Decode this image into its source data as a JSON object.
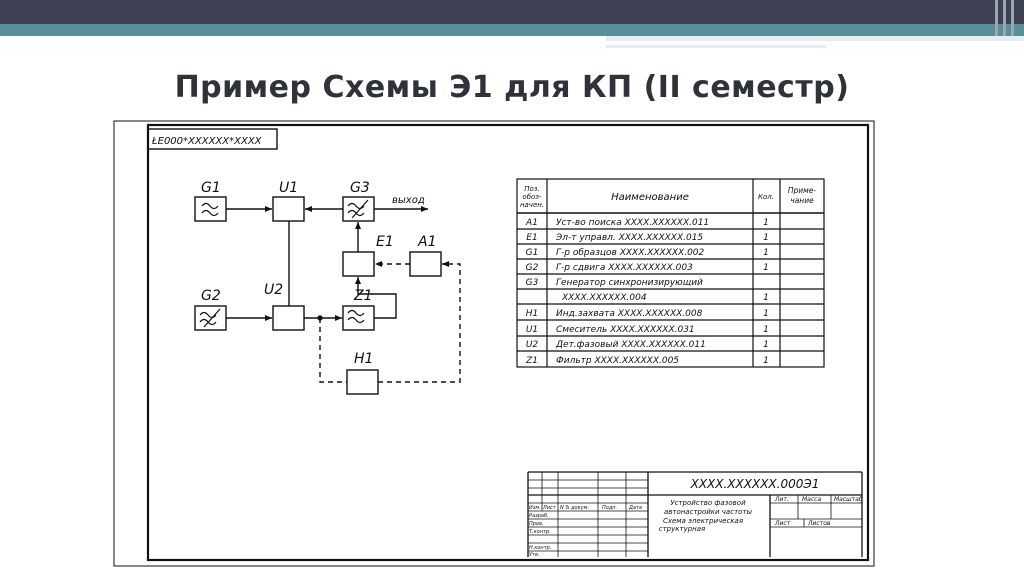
{
  "slide": {
    "title": "Пример Схемы Э1 для КП (II семестр)"
  },
  "drawing": {
    "code_stamp": "ŁЕ000*XXXXXX*XXXX",
    "output_label": "выход",
    "elements": {
      "G1": "G1",
      "U1": "U1",
      "G3": "G3",
      "E1": "E1",
      "A1": "A1",
      "G2": "G2",
      "U2": "U2",
      "Z1": "Z1",
      "H1": "H1"
    },
    "table": {
      "headers": {
        "pos": "Поз. обоз- начен.",
        "name": "Наименование",
        "qty": "Кол.",
        "note": "Приме- чание"
      },
      "rows": [
        {
          "pos": "A1",
          "name": "Уст-во поиска XXXX.XXXXXX.011",
          "qty": "1"
        },
        {
          "pos": "E1",
          "name": "Эл-т управл. XXXX.XXXXXX.015",
          "qty": "1"
        },
        {
          "pos": "G1",
          "name": "Г-р образцов XXXX.XXXXXX.002",
          "qty": "1"
        },
        {
          "pos": "G2",
          "name": "Г-р сдвига XXXX.XXXXXX.003",
          "qty": "1"
        },
        {
          "pos": "G3",
          "name": "Генератор синхронизирующий",
          "qty": ""
        },
        {
          "pos": "",
          "name": "XXXX.XXXXXX.004",
          "qty": "1"
        },
        {
          "pos": "H1",
          "name": "Инд.захвата XXXX.XXXXXX.008",
          "qty": "1"
        },
        {
          "pos": "U1",
          "name": "Смеситель XXXX.XXXXXX.031",
          "qty": "1"
        },
        {
          "pos": "U2",
          "name": "Дет.фазовый XXXX.XXXXXX.011",
          "qty": "1"
        },
        {
          "pos": "Z1",
          "name": "Фильтр XXXX.XXXXXX.005",
          "qty": "1"
        }
      ]
    },
    "title_block": {
      "doc_code": "XXXX.XXXXXX.000Э1",
      "col_headers": {
        "izm": "Изм.",
        "list": "Лист",
        "ndok": "N Ъ докум.",
        "podp": "Подп.",
        "data": "Дата"
      },
      "roles": [
        "Разраб.",
        "Пров.",
        "Т.контр.",
        "Н.контр.",
        "Утв."
      ],
      "description": [
        "Устройство фазовой",
        "автонастройки частоты",
        "Схема электрическая",
        "структурная"
      ],
      "lit": "Лит.",
      "massa": "Масса",
      "masshtab": "Масштаб",
      "sheet": "Лист",
      "sheets": "Листов"
    }
  }
}
